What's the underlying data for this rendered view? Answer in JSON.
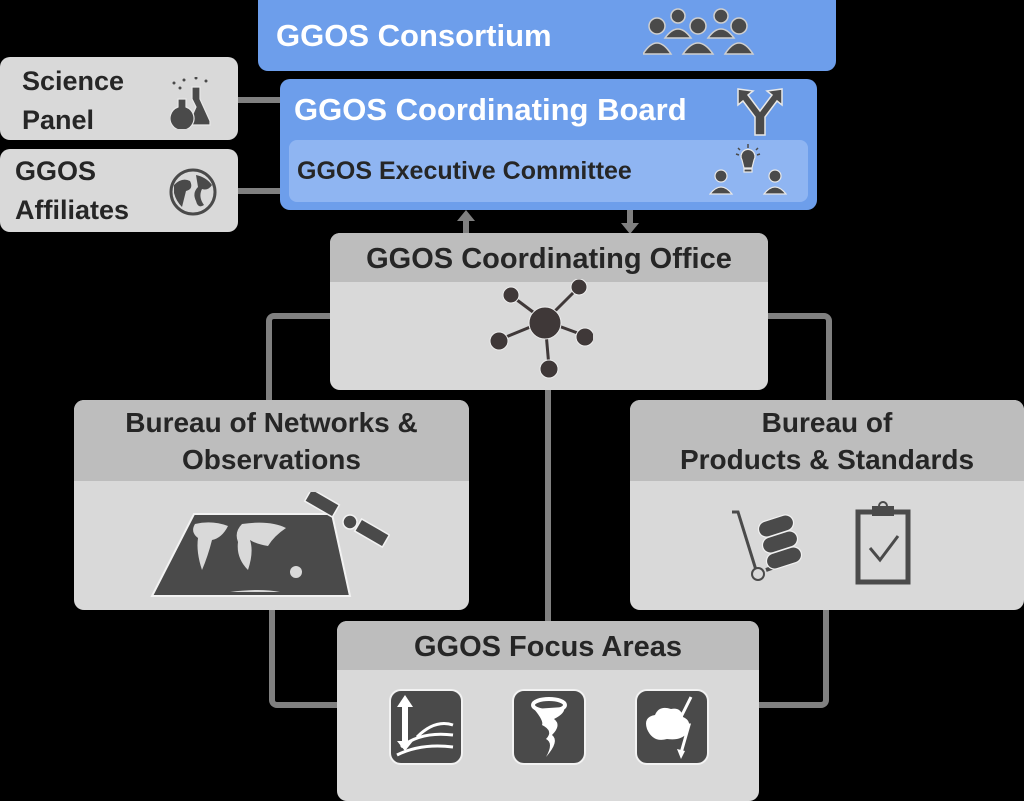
{
  "consortium": {
    "title": "GGOS Consortium",
    "icon": "group-people-icon"
  },
  "coordinating_board": {
    "title": "GGOS Coordinating Board",
    "icon": "split-arrow-icon"
  },
  "executive_committee": {
    "title": "GGOS Executive Committee",
    "icon": "people-lightbulb-icon"
  },
  "science_panel": {
    "line1": "Science",
    "line2": "Panel",
    "icon": "flasks-icon"
  },
  "affiliates": {
    "line1": "GGOS",
    "line2": "Affiliates",
    "icon": "globe-icon"
  },
  "coordinating_office": {
    "title": "GGOS Coordinating Office",
    "icon": "network-hub-icon"
  },
  "bureau_networks": {
    "line1": "Bureau of Networks &",
    "line2": "Observations",
    "icon": "map-satellite-icon"
  },
  "bureau_products": {
    "line1": "Bureau of",
    "line2": "Products & Standards",
    "icons": [
      "hand-truck-icon",
      "clipboard-check-icon"
    ]
  },
  "focus_areas": {
    "title": "GGOS Focus Areas",
    "icons": [
      "sea-level-icon",
      "tornado-icon",
      "storm-cloud-lightning-icon"
    ]
  },
  "colors": {
    "blue": "#6d9eeb",
    "blue_inner": "#8fb5f2",
    "grey_box": "#d9d9d9",
    "grey_header": "#bdbdbd",
    "connector": "#808080",
    "icon": "#4a4a4a"
  }
}
